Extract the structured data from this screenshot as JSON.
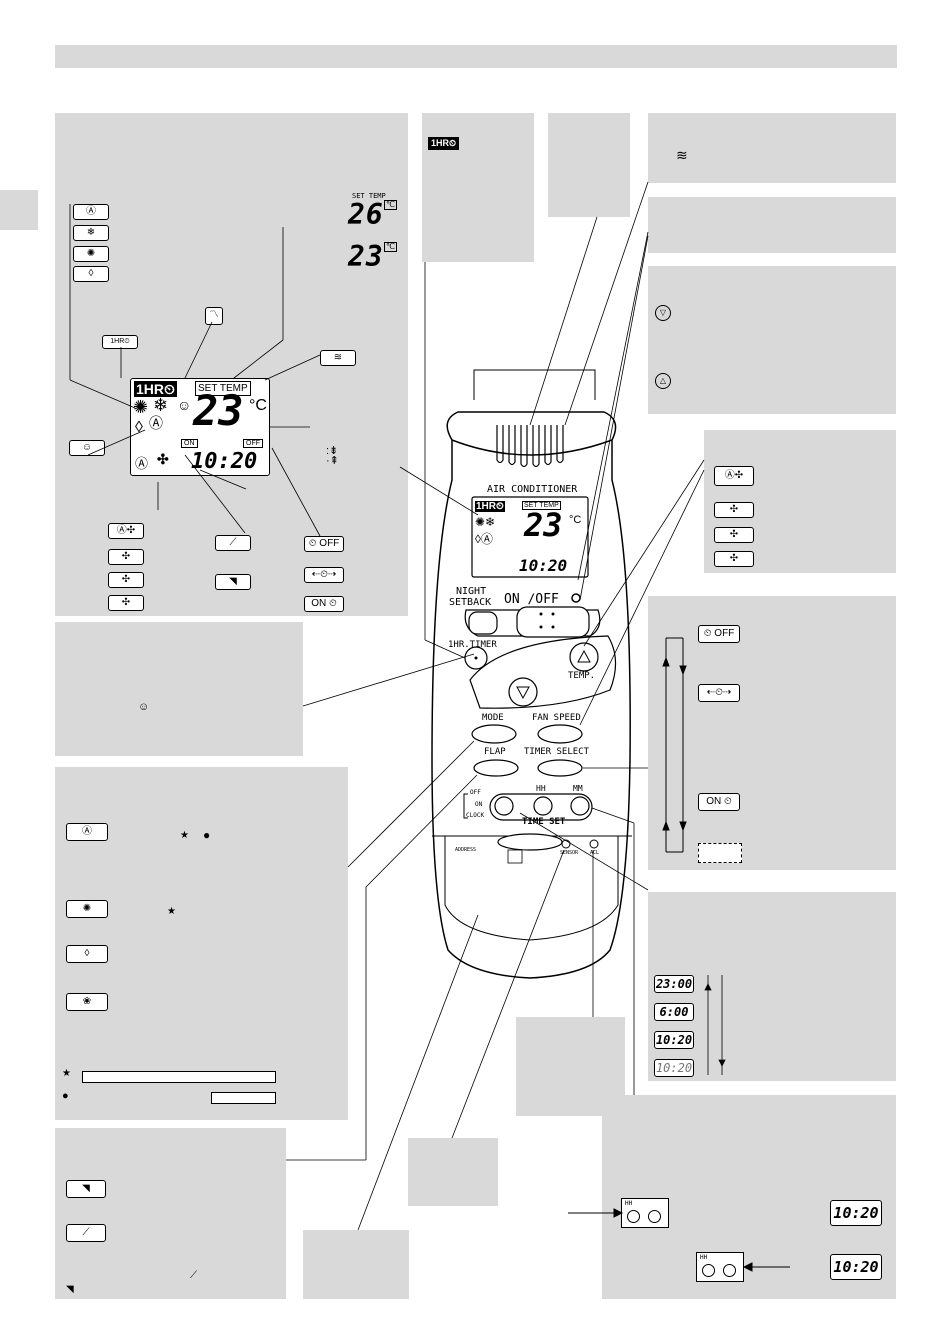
{
  "remote": {
    "brand_label": "AIR CONDITIONER",
    "night_setback_line1": "NIGHT",
    "night_setback_line2": "SETBACK",
    "onoff_label": "ON ∕OFF",
    "timer_1hr_label": "1HR.TIMER",
    "temp_label": "TEMP.",
    "mode_label": "MODE",
    "fan_speed_label": "FAN SPEED",
    "flap_label": "FLAP",
    "timer_select_label": "TIMER SELECT",
    "hh_label": "HH",
    "mm_label": "MM",
    "time_set_label": "TIME SET",
    "off_label": "OFF",
    "on_label": "ON",
    "clock_label": "CLOCK",
    "address_label": "ADDRESS",
    "sensor_label": "SENSOR",
    "acl_label": "ACL"
  },
  "lcd": {
    "one_hr_label": "1HR",
    "set_temp_label": "SET TEMP",
    "temperature": "23",
    "unit": "°C",
    "time": "10:20",
    "on_label": "ON",
    "off_label": "OFF"
  },
  "display_panel": {
    "set_temp_small": "SET TEMP",
    "set_value": "26",
    "room_value": "23",
    "unit": "°C"
  },
  "timer_panel": {
    "off_btn": "OFF",
    "on_btn": "ON"
  },
  "clock_panel": {
    "times": [
      "23:00",
      "6:00",
      "10:20",
      "10:20"
    ]
  },
  "time_set_panel": {
    "hh_label": "HH",
    "display_top": "10:20",
    "display_bottom": "10:20"
  },
  "icons": {
    "one_hr_icon": "1HR"
  }
}
